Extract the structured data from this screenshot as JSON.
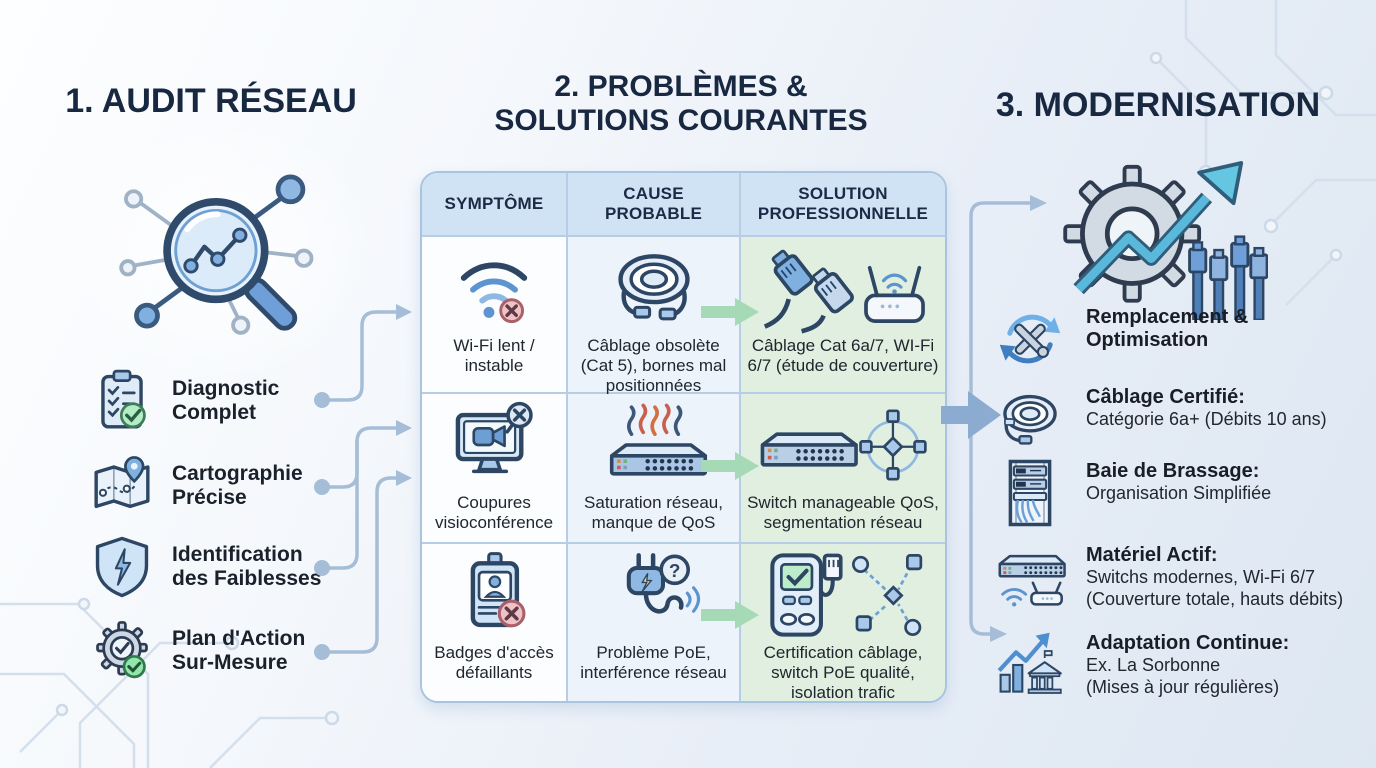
{
  "colors": {
    "title_navy": "#182841",
    "body_text": "#1b212b",
    "table_border": "#a9c4de",
    "table_header_bg": "#cfe3f5",
    "symptom_col_bg": "#fbfdfe",
    "cause_col_bg": "#edf3fa",
    "solution_col_bg": "#e0efdf",
    "connector_blue": "#a5bdd7",
    "fat_arrow_blue": "#8cabd1",
    "green_arrow": "#a6dab6",
    "accent_blue": "#7fb0e0",
    "error_red": "#efc3c6",
    "success_green": "#b4ecc6"
  },
  "left": {
    "title": "1. AUDIT RÉSEAU",
    "hero_icon": "magnifier-network-icon",
    "items": [
      {
        "icon": "clipboard-check-icon",
        "label": "Diagnostic Complet"
      },
      {
        "icon": "map-pin-icon",
        "label": "Cartographie Précise"
      },
      {
        "icon": "shield-bolt-icon",
        "label": "Identification des Faiblesses"
      },
      {
        "icon": "gear-check-icon",
        "label": "Plan d'Action Sur-Mesure"
      }
    ]
  },
  "middle": {
    "title_line1": "2. PROBLÈMES &",
    "title_line2": "SOLUTIONS COURANTES",
    "table": {
      "headers": [
        "SYMPTÔME",
        "CAUSE PROBABLE",
        "SOLUTION PROFESSIONNELLE"
      ],
      "rows": [
        {
          "symptom": "Wi-Fi lent / instable",
          "symptom_icon": "wifi-error-icon",
          "cause": "Câblage obsolète (Cat 5), bornes mal positionnées",
          "cause_icon": "old-cable-coil-icon",
          "solution": "Câblage Cat 6a/7, WI-Fi 6/7 (étude de couverture)",
          "solution_icon": "cat6-cable-router-icon"
        },
        {
          "symptom": "Coupures visioconférence",
          "symptom_icon": "video-call-error-icon",
          "cause": "Saturation réseau, manque de QoS",
          "cause_icon": "overheating-switch-icon",
          "solution": "Switch manageable QoS, segmentation réseau",
          "solution_icon": "managed-switch-topology-icon"
        },
        {
          "symptom": "Badges d'accès défaillants",
          "symptom_icon": "badge-error-icon",
          "cause": "Problème PoE, interférence réseau",
          "cause_icon": "poe-plug-question-icon",
          "solution": "Certification câblage, switch PoE qualité, isolation trafic",
          "solution_icon": "cable-tester-network-icon"
        }
      ]
    }
  },
  "right": {
    "title": "3. MODERNISATION",
    "hero_icon": "gear-growth-cables-icon",
    "items": [
      {
        "icon": "replace-optimize-icon",
        "label": "Remplacement & Optimisation",
        "desc": "",
        "desc2": ""
      },
      {
        "icon": "certified-cable-icon",
        "label": "Câblage Certifié:",
        "desc": "Catégorie 6a+ (Débits 10 ans)",
        "desc2": ""
      },
      {
        "icon": "patch-rack-icon",
        "label": "Baie de Brassage:",
        "desc": "Organisation Simplifiée",
        "desc2": ""
      },
      {
        "icon": "active-hardware-icon",
        "label": "Matériel Actif:",
        "desc": "Switchs modernes, Wi-Fi 6/7 (Couverture totale, hauts débits)",
        "desc2": ""
      },
      {
        "icon": "continuous-adaptation-icon",
        "label": "Adaptation Continue:",
        "desc": "Ex. La Sorbonne",
        "desc2": "(Mises à jour régulières)"
      }
    ]
  }
}
